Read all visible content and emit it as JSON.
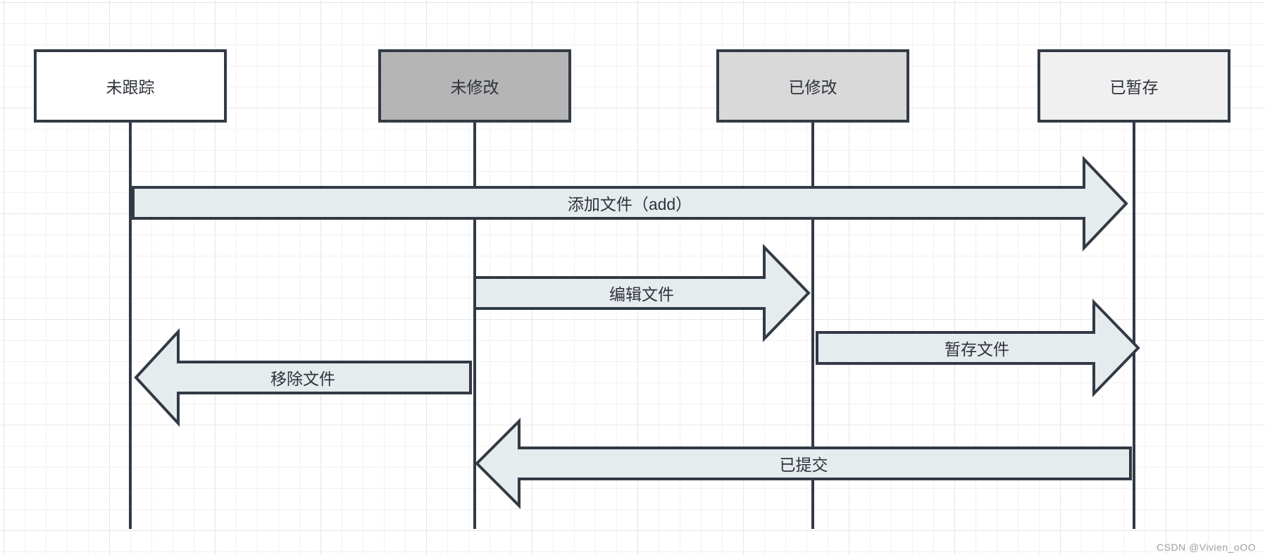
{
  "canvas": {
    "background": "#ffffff",
    "grid_minor_color": "#f1f1f1",
    "grid_major_color": "#e6e6e6"
  },
  "colors": {
    "outline": "#323a45",
    "arrow_fill": "#e6ebee",
    "label_text": "#2e323a"
  },
  "nodes": [
    {
      "id": "untracked",
      "label": "未跟踪",
      "fill": "#ffffff"
    },
    {
      "id": "unmodified",
      "label": "未修改",
      "fill": "#b5b5b6"
    },
    {
      "id": "modified",
      "label": "已修改",
      "fill": "#d9d9da"
    },
    {
      "id": "staged",
      "label": "已暂存",
      "fill": "#f0f0f1"
    }
  ],
  "arrows": [
    {
      "id": "add-file",
      "label": "添加文件（add）",
      "direction": "right",
      "from": "untracked",
      "to": "staged"
    },
    {
      "id": "edit-file",
      "label": "编辑文件",
      "direction": "right",
      "from": "unmodified",
      "to": "modified"
    },
    {
      "id": "stage-file",
      "label": "暂存文件",
      "direction": "right",
      "from": "modified",
      "to": "staged"
    },
    {
      "id": "remove-file",
      "label": "移除文件",
      "direction": "left",
      "from": "unmodified",
      "to": "untracked"
    },
    {
      "id": "commit",
      "label": "已提交",
      "direction": "left",
      "from": "staged",
      "to": "unmodified"
    }
  ],
  "watermark": {
    "text": "CSDN @Vivien_oOO",
    "color": "#9e9ea3"
  }
}
